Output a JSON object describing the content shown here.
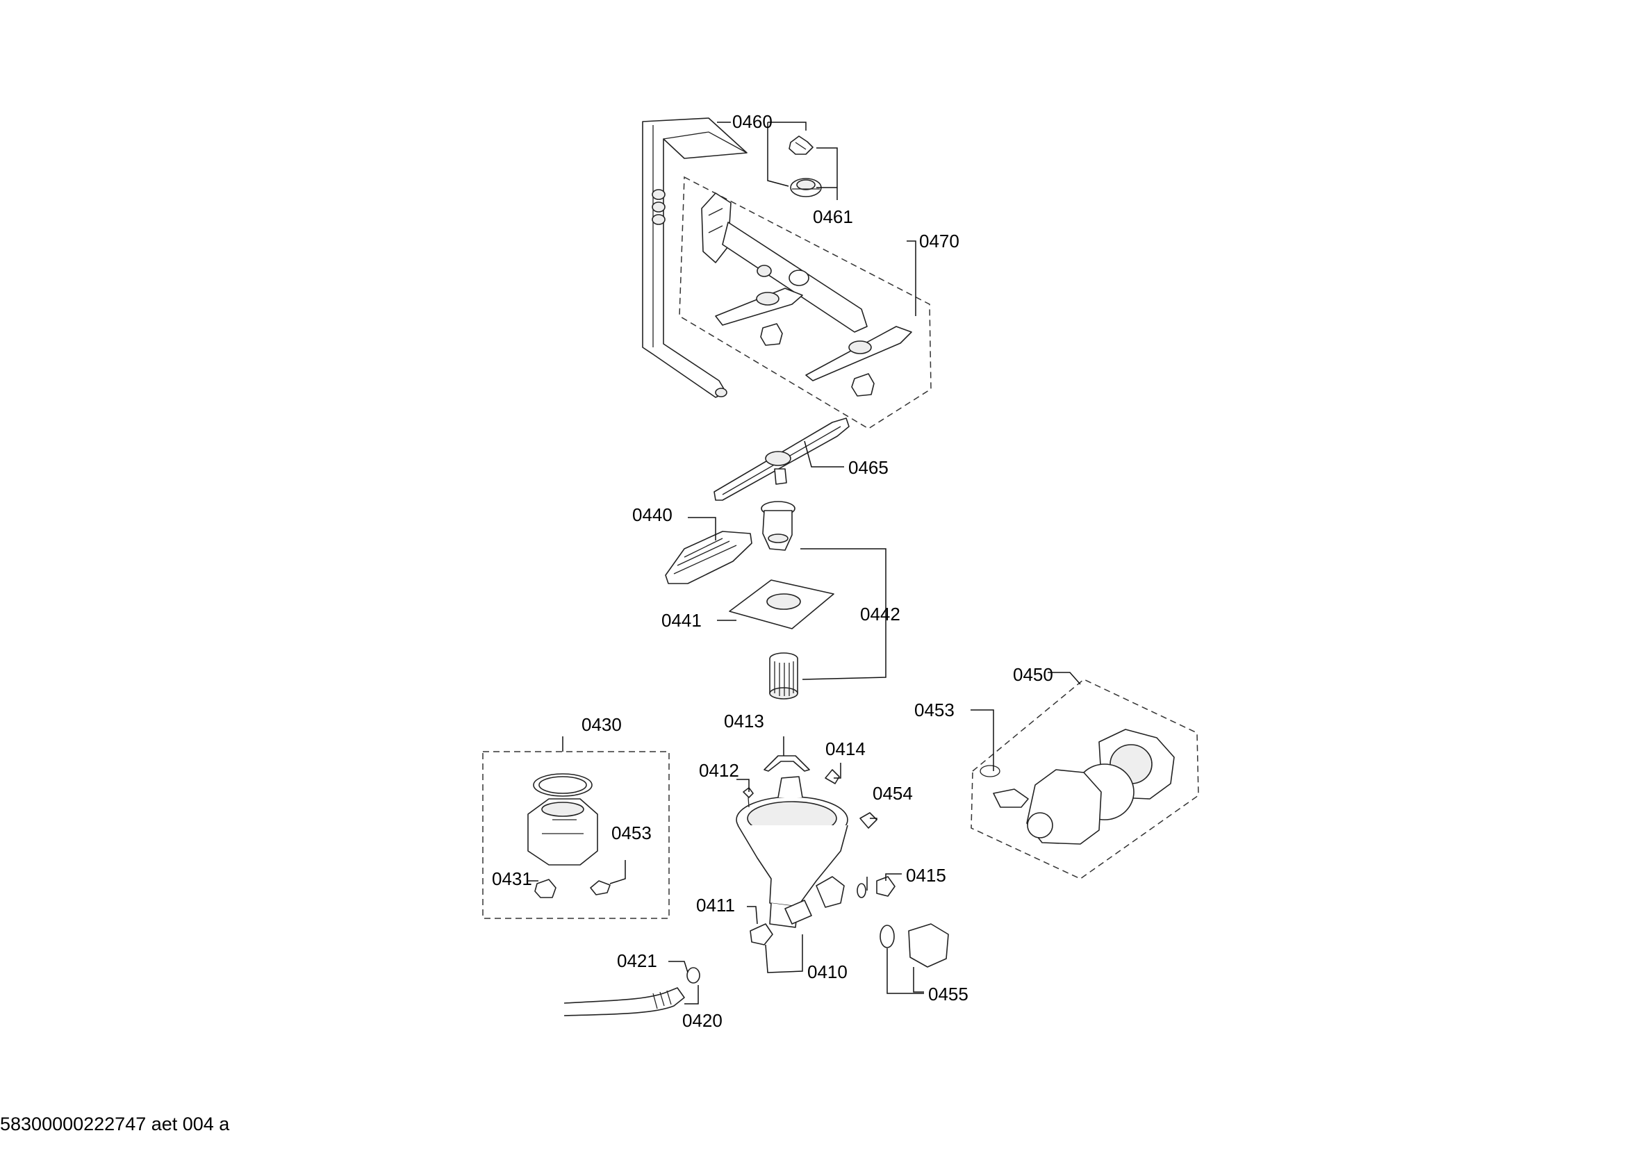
{
  "labels": {
    "p0460": "0460",
    "p0461": "0461",
    "p0470": "0470",
    "p0465": "0465",
    "p0440": "0440",
    "p0441": "0441",
    "p0442": "0442",
    "p0450": "0450",
    "p0453a": "0453",
    "p0430": "0430",
    "p0413": "0413",
    "p0414": "0414",
    "p0412": "0412",
    "p0454": "0454",
    "p0453b": "0453",
    "p0431": "0431",
    "p0415": "0415",
    "p0411": "0411",
    "p0410": "0410",
    "p0455": "0455",
    "p0421": "0421",
    "p0420": "0420"
  },
  "footer": {
    "code": "58300000222747 aet 004 a"
  }
}
